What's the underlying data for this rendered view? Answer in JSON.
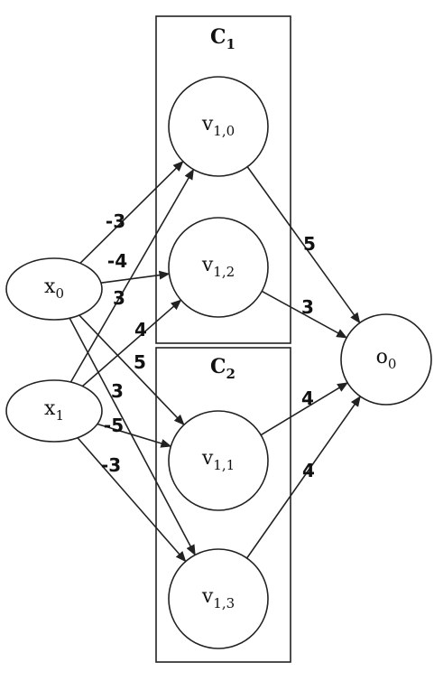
{
  "clusters": {
    "c1": {
      "main": "C",
      "sub": "1"
    },
    "c2": {
      "main": "C",
      "sub": "2"
    }
  },
  "nodes": {
    "x0": {
      "main": "x",
      "sub": "0"
    },
    "x1": {
      "main": "x",
      "sub": "1"
    },
    "v10": {
      "main": "v",
      "sub": "1,0"
    },
    "v12": {
      "main": "v",
      "sub": "1,2"
    },
    "v11": {
      "main": "v",
      "sub": "1,1"
    },
    "v13": {
      "main": "v",
      "sub": "1,3"
    },
    "o0": {
      "main": "o",
      "sub": "0"
    }
  },
  "edges": [
    {
      "from": "x0",
      "to": "v10",
      "weight": "-3"
    },
    {
      "from": "x0",
      "to": "v12",
      "weight": "-4"
    },
    {
      "from": "x0",
      "to": "v11",
      "weight": "5"
    },
    {
      "from": "x0",
      "to": "v13",
      "weight": "3"
    },
    {
      "from": "x1",
      "to": "v10",
      "weight": "3"
    },
    {
      "from": "x1",
      "to": "v12",
      "weight": "4"
    },
    {
      "from": "x1",
      "to": "v11",
      "weight": "-5"
    },
    {
      "from": "x1",
      "to": "v13",
      "weight": "-3"
    },
    {
      "from": "v10",
      "to": "o0",
      "weight": "5"
    },
    {
      "from": "v12",
      "to": "o0",
      "weight": "3"
    },
    {
      "from": "v11",
      "to": "o0",
      "weight": "4"
    },
    {
      "from": "v13",
      "to": "o0",
      "weight": "4"
    }
  ]
}
